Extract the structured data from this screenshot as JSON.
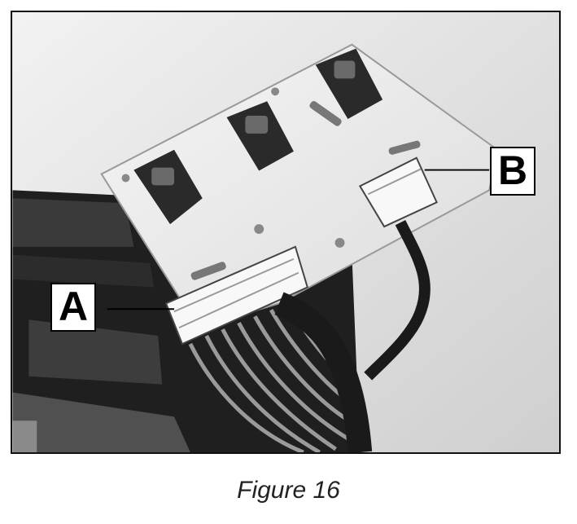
{
  "figure": {
    "caption": "Figure 16",
    "callouts": [
      {
        "id": "a",
        "label": "A"
      },
      {
        "id": "b",
        "label": "B"
      }
    ]
  }
}
